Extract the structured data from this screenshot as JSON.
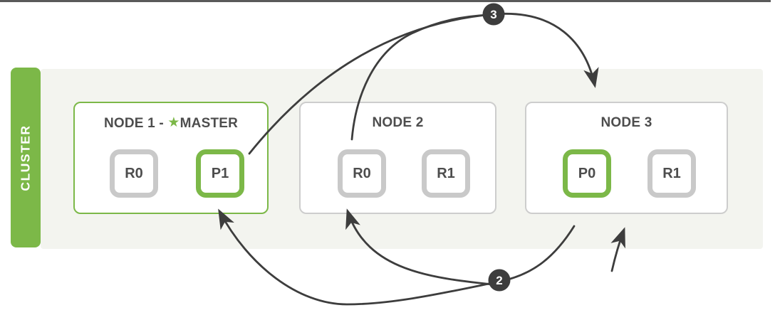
{
  "window": {
    "top_bar_color": "#5a5a5a"
  },
  "diagram": {
    "cluster_label": "CLUSTER",
    "colors": {
      "top_bar": "#5a5a5a",
      "green": "#7cb848",
      "band": "#f3f4ef",
      "node_border_gray": "#cdcdcd",
      "shard_border_gray": "#c9c9c9",
      "text": "#4d4d4d",
      "arrow": "#3d3d3d"
    },
    "nodes": [
      {
        "title_prefix": "NODE 1 - ",
        "star_icon": "★",
        "master_label": "MASTER",
        "shards": [
          {
            "label": "R0",
            "role": "replica"
          },
          {
            "label": "P1",
            "role": "primary"
          }
        ]
      },
      {
        "title": "NODE 2",
        "shards": [
          {
            "label": "R0",
            "role": "replica"
          },
          {
            "label": "R1",
            "role": "replica"
          }
        ]
      },
      {
        "title": "NODE 3",
        "shards": [
          {
            "label": "P0",
            "role": "primary"
          },
          {
            "label": "R1",
            "role": "replica"
          }
        ]
      }
    ],
    "step_badges": [
      {
        "label": "3"
      },
      {
        "label": "2"
      }
    ]
  }
}
